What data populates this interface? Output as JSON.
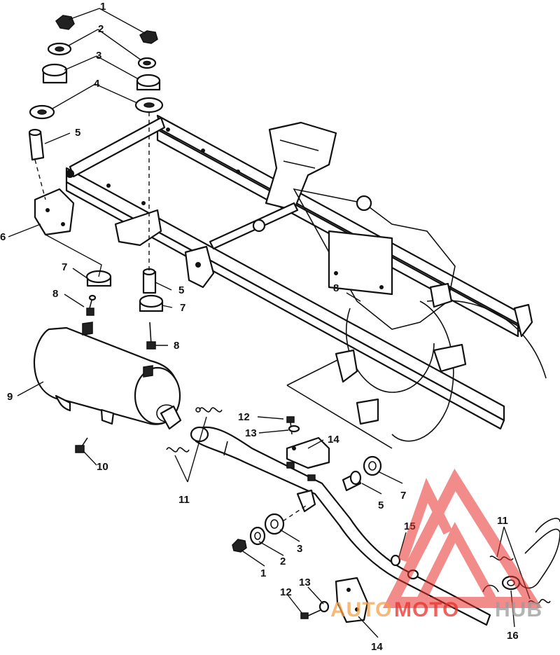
{
  "diagram": {
    "callouts": [
      "1",
      "2",
      "3",
      "4",
      "5",
      "6",
      "7",
      "8",
      "9",
      "10",
      "11",
      "12",
      "13",
      "14",
      "15",
      "16"
    ]
  },
  "watermark": {
    "text_a": "AUTO",
    "text_b": "MOTO",
    "text_c": "HUB",
    "color_red": "#e8302c",
    "color_orange": "#f3a24a",
    "color_gray": "#9a9a9a"
  }
}
